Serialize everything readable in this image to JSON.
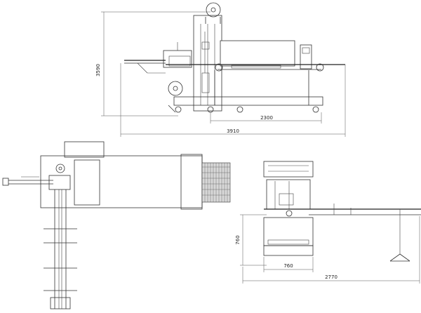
{
  "dimensions": {
    "front_height": "3590",
    "front_length_inner": "2300",
    "front_length_total": "3910",
    "side_height": "760",
    "side_width": "760",
    "side_length_total": "2770"
  }
}
